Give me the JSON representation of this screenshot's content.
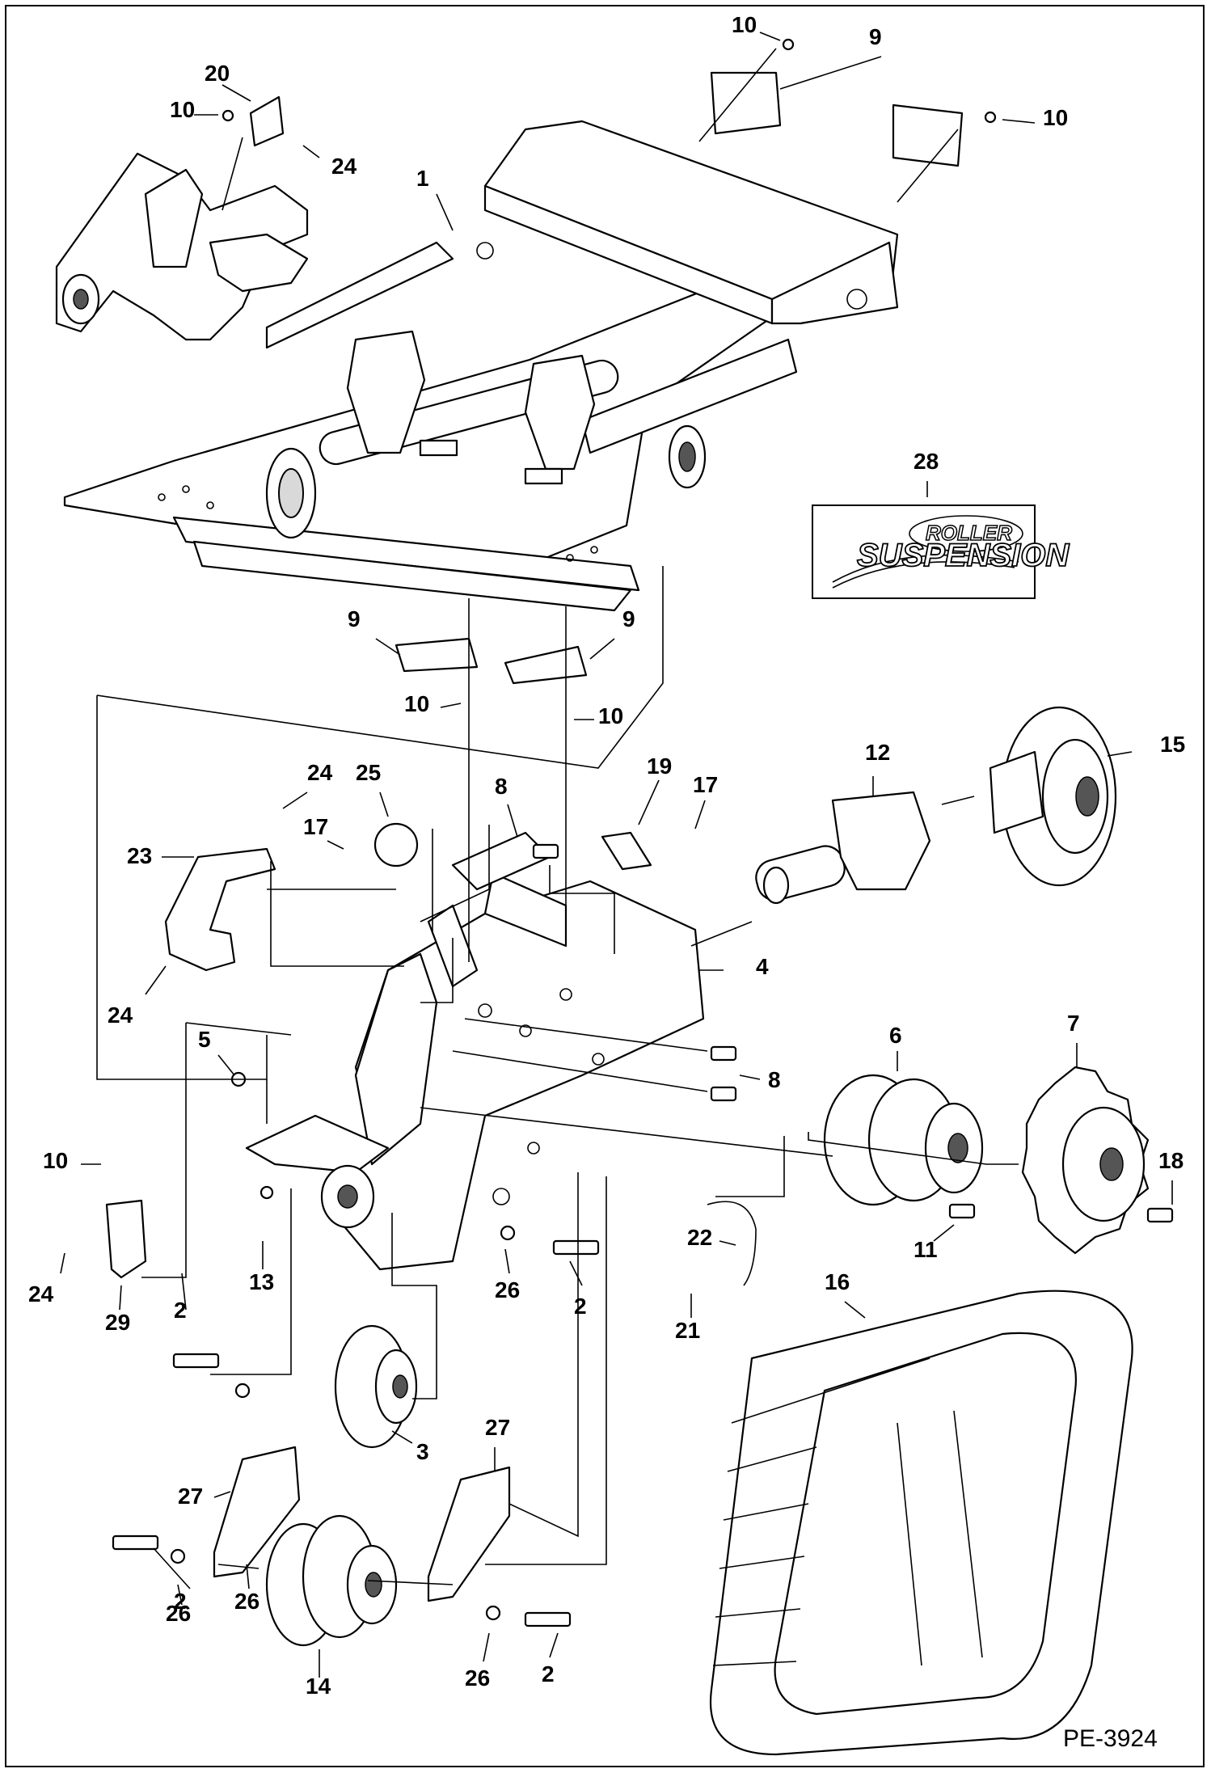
{
  "figure_code": "PE-3924",
  "logo": {
    "line1": "ROLLER",
    "line2": "SUSPENSION"
  },
  "callouts": [
    {
      "n": "1"
    },
    {
      "n": "2"
    },
    {
      "n": "2"
    },
    {
      "n": "2"
    },
    {
      "n": "2"
    },
    {
      "n": "3"
    },
    {
      "n": "4"
    },
    {
      "n": "5"
    },
    {
      "n": "6"
    },
    {
      "n": "7"
    },
    {
      "n": "8"
    },
    {
      "n": "8"
    },
    {
      "n": "9"
    },
    {
      "n": "9"
    },
    {
      "n": "9"
    },
    {
      "n": "10"
    },
    {
      "n": "10"
    },
    {
      "n": "10"
    },
    {
      "n": "10"
    },
    {
      "n": "10"
    },
    {
      "n": "10"
    },
    {
      "n": "11"
    },
    {
      "n": "12"
    },
    {
      "n": "13"
    },
    {
      "n": "14"
    },
    {
      "n": "15"
    },
    {
      "n": "16"
    },
    {
      "n": "17"
    },
    {
      "n": "17"
    },
    {
      "n": "18"
    },
    {
      "n": "19"
    },
    {
      "n": "20"
    },
    {
      "n": "21"
    },
    {
      "n": "22"
    },
    {
      "n": "23"
    },
    {
      "n": "24"
    },
    {
      "n": "24"
    },
    {
      "n": "24"
    },
    {
      "n": "24"
    },
    {
      "n": "25"
    },
    {
      "n": "26"
    },
    {
      "n": "26"
    },
    {
      "n": "26"
    },
    {
      "n": "26"
    },
    {
      "n": "27"
    },
    {
      "n": "27"
    },
    {
      "n": "28"
    },
    {
      "n": "29"
    }
  ]
}
